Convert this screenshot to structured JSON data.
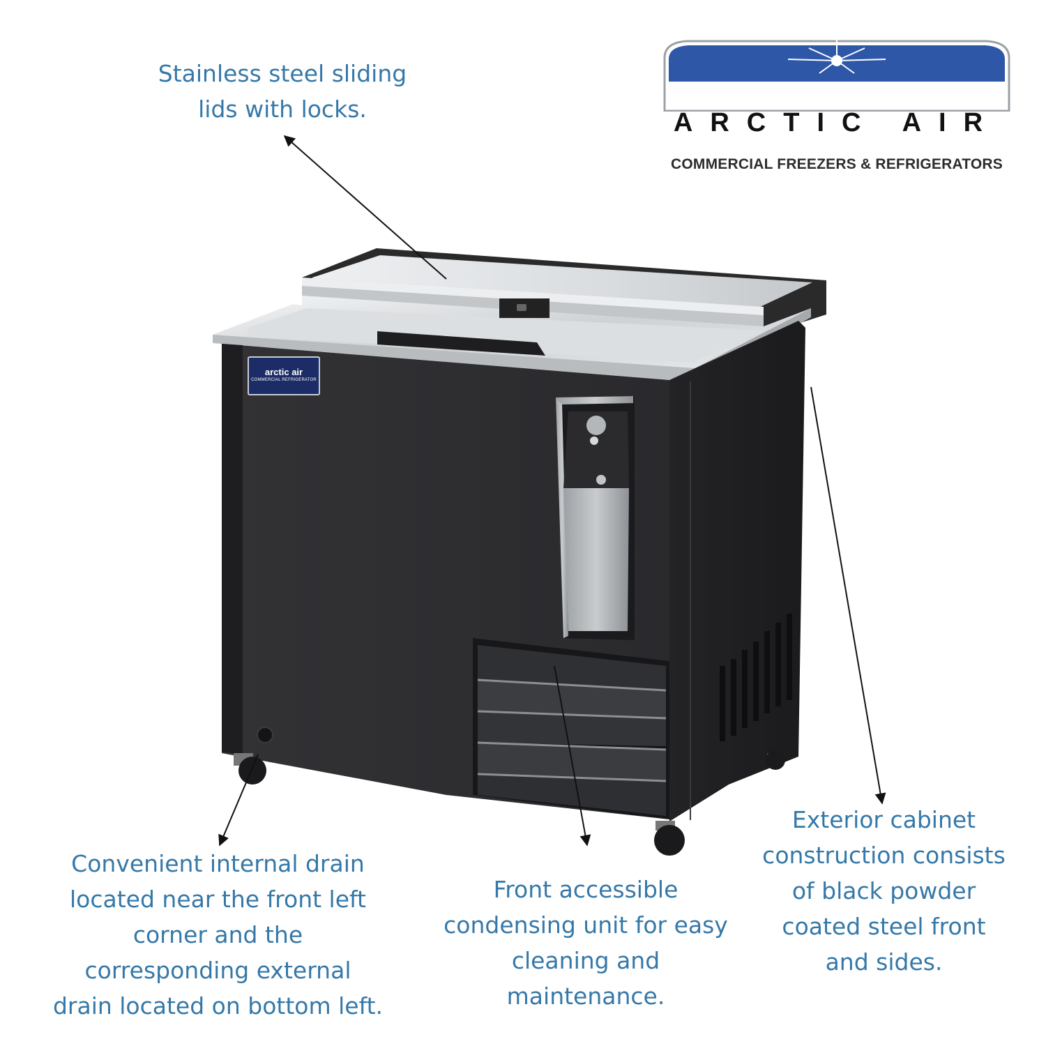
{
  "colors": {
    "callout_text": "#3578a8",
    "cabinet": "#2b2b2e",
    "logo_blue": "#2f57a8"
  },
  "callouts": {
    "lids": "Stainless steel sliding\nlids with locks.",
    "drain": "Convenient internal drain\nlocated near the front left\ncorner and the\ncorresponding external\ndrain located on bottom left.",
    "condensing": "Front accessible\ncondensing unit for easy\ncleaning and\nmaintenance.",
    "cabinet": "Exterior cabinet\nconstruction consists\nof black powder\ncoated steel front\nand sides."
  },
  "logo": {
    "brand": "ARCTIC AIR",
    "tagline": "COMMERCIAL FREEZERS & REFRIGERATORS"
  },
  "nameplate": {
    "brand": "arctic air",
    "sub": "COMMERCIAL REFRIGERATOR"
  }
}
